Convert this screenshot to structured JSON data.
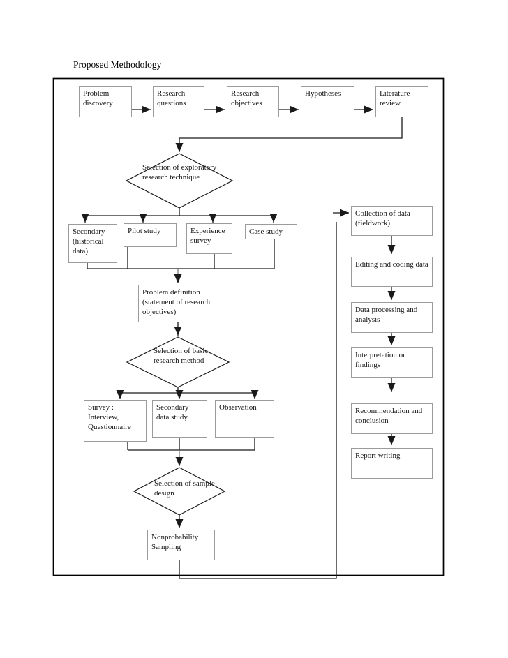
{
  "title": "Proposed Methodology",
  "nodes": {
    "problem_discovery": "Problem discovery",
    "research_questions": "Research questions",
    "research_objectives": "Research objectives",
    "hypotheses": "Hypotheses",
    "literature_review": "Literature review",
    "selection_exploratory": "Selection of exploratory research technique",
    "secondary_historical": "Secondary (historical data)",
    "pilot_study": "Pilot study",
    "experience_survey": "Experience survey",
    "case_study": "Case study",
    "problem_definition": "Problem definition (statement of research objectives)",
    "selection_basic": "Selection of basic research method",
    "survey_interview": "Survey : Interview, Questionnaire",
    "secondary_data_study": "Secondary data study",
    "observation": "Observation",
    "selection_sample": "Selection of sample design",
    "nonprobability_sampling": "Nonprobability Sampling",
    "collection_of_data": "Collection of data (fieldwork)",
    "editing_coding": "Editing and coding data",
    "data_processing": "Data processing and analysis",
    "interpretation": "Interpretation or findings",
    "recommendation": "Recommendation and conclusion",
    "report_writing": "Report writing"
  },
  "colors": {
    "line_color": "#1a1a1a",
    "box_border": "#9b9b9b",
    "text_color": "#161616",
    "page_bg": "#ffffff"
  }
}
